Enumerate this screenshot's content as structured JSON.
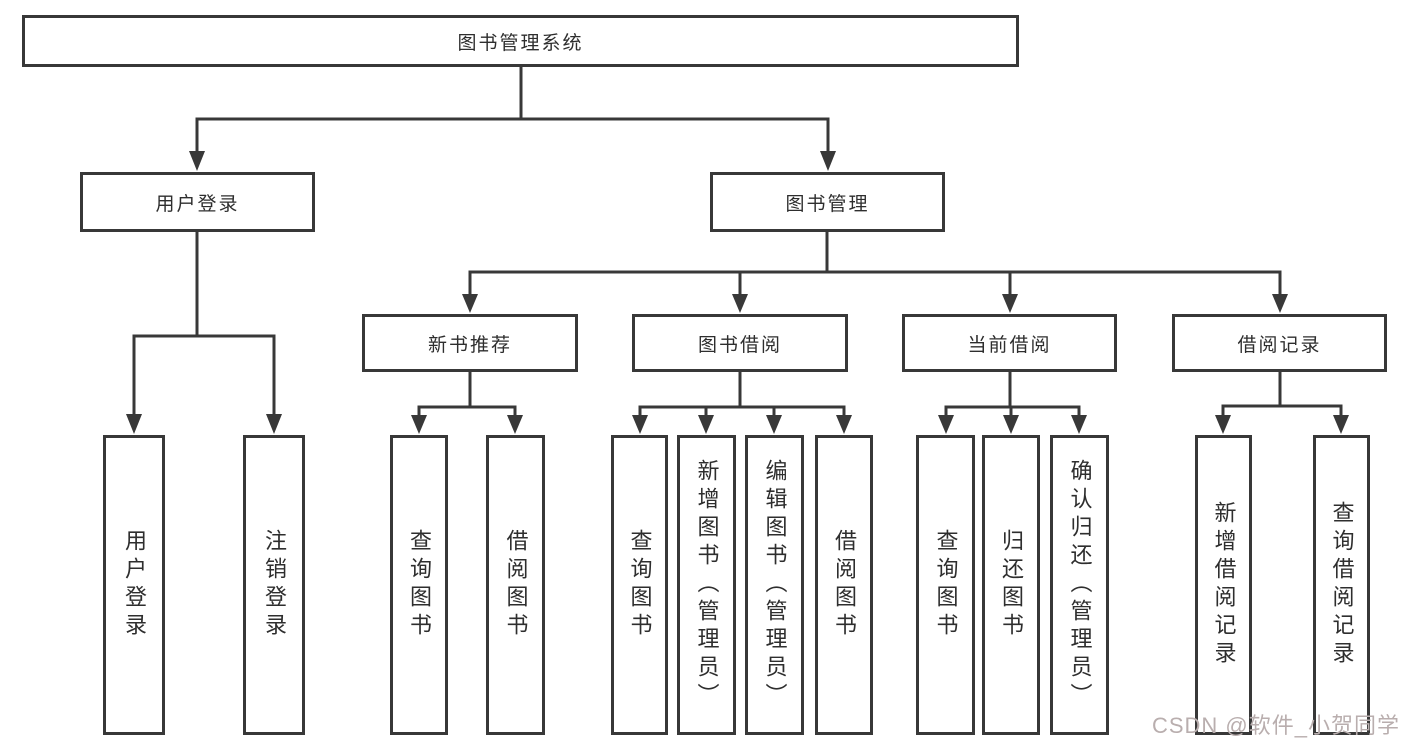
{
  "colors": {
    "line": "#383838",
    "border": "#383838",
    "fill": "#ffffff",
    "text": "#2e2e2e",
    "watermark": "#b9aeae",
    "background": "#ffffff"
  },
  "watermark": {
    "text": "CSDN @软件_小贺同学"
  },
  "tree": {
    "root": {
      "label": "图书管理系统",
      "children": [
        {
          "label": "用户登录",
          "children": [
            {
              "label": "用户登录"
            },
            {
              "label": "注销登录"
            }
          ]
        },
        {
          "label": "图书管理",
          "children": [
            {
              "label": "新书推荐",
              "children": [
                {
                  "label": "查询图书"
                },
                {
                  "label": "借阅图书"
                }
              ]
            },
            {
              "label": "图书借阅",
              "children": [
                {
                  "label": "查询图书"
                },
                {
                  "label": "新增图书（管理员）"
                },
                {
                  "label": "编辑图书（管理员）"
                },
                {
                  "label": "借阅图书"
                }
              ]
            },
            {
              "label": "当前借阅",
              "children": [
                {
                  "label": "查询图书"
                },
                {
                  "label": "归还图书"
                },
                {
                  "label": "确认归还（管理员）"
                }
              ]
            },
            {
              "label": "借阅记录",
              "children": [
                {
                  "label": "新增借阅记录"
                },
                {
                  "label": "查询借阅记录"
                }
              ]
            }
          ]
        }
      ]
    }
  }
}
